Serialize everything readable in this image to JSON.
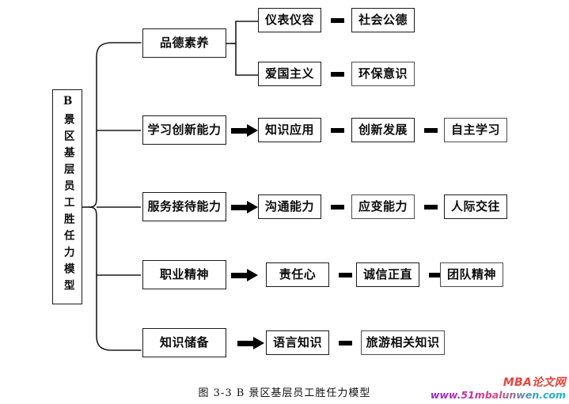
{
  "figure": {
    "root": {
      "label": "B景区基层员工胜任力模型",
      "orientation": "vertical"
    },
    "caption": "图 3-3  B 景区基层员工胜任力模型",
    "rows": [
      {
        "id": "row-morality",
        "connector": "brace",
        "dimension": "品德素养",
        "sub_branches": [
          {
            "items": [
              "仪表仪容",
              "社会公德"
            ]
          },
          {
            "items": [
              "爱国主义",
              "环保意识"
            ]
          }
        ]
      },
      {
        "id": "row-learning",
        "connector": "arrow",
        "dimension": "学习创新能力",
        "items": [
          "知识应用",
          "创新发展",
          "自主学习"
        ]
      },
      {
        "id": "row-service",
        "connector": "arrow",
        "dimension": "服务接待能力",
        "items": [
          "沟通能力",
          "应变能力",
          "人际交往"
        ]
      },
      {
        "id": "row-professional",
        "connector": "arrow",
        "dimension": "职业精神",
        "items": [
          "责任心",
          "诚信正直",
          "团队精神"
        ]
      },
      {
        "id": "row-knowledge",
        "connector": "arrow",
        "dimension": "知识储备",
        "items": [
          "语言知识",
          "旅游相关知识"
        ]
      }
    ]
  },
  "watermark": {
    "title": "MBA论文网",
    "url": "www.51mbalunwen.com",
    "title_color": "#e8443a"
  }
}
